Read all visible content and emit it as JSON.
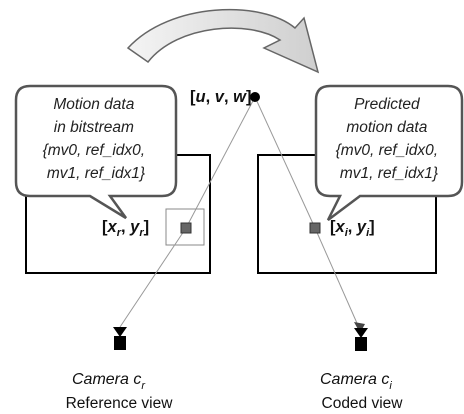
{
  "point_label": {
    "open": "[",
    "u": "u",
    "sep1": ", ",
    "v": "v",
    "sep2": ", ",
    "w": "w",
    "close": "]"
  },
  "left_bubble": {
    "lines": [
      "Motion data",
      "in bitstream",
      "{mv0, ref_idx0,",
      "mv1, ref_idx1}"
    ]
  },
  "right_bubble": {
    "lines": [
      "Predicted",
      "motion data",
      "{mv0, ref_idx0,",
      "mv1, ref_idx1}"
    ]
  },
  "left_image": {
    "x": "x",
    "xsub": "r",
    "y": "y",
    "ysub": "r"
  },
  "right_image": {
    "x": "x",
    "xsub": "i",
    "y": "y",
    "ysub": "i"
  },
  "left_camera": {
    "label": "Camera c",
    "sub": "r",
    "view": "Reference view"
  },
  "right_camera": {
    "label": "Camera c",
    "sub": "i",
    "view": "Coded view"
  },
  "colors": {
    "frame": "#000000",
    "bubble_stroke": "#555555",
    "block_fill": "#666666",
    "ray": "#999999",
    "arrow_fill": "#e4e4e4",
    "arrow_stroke": "#666666"
  }
}
